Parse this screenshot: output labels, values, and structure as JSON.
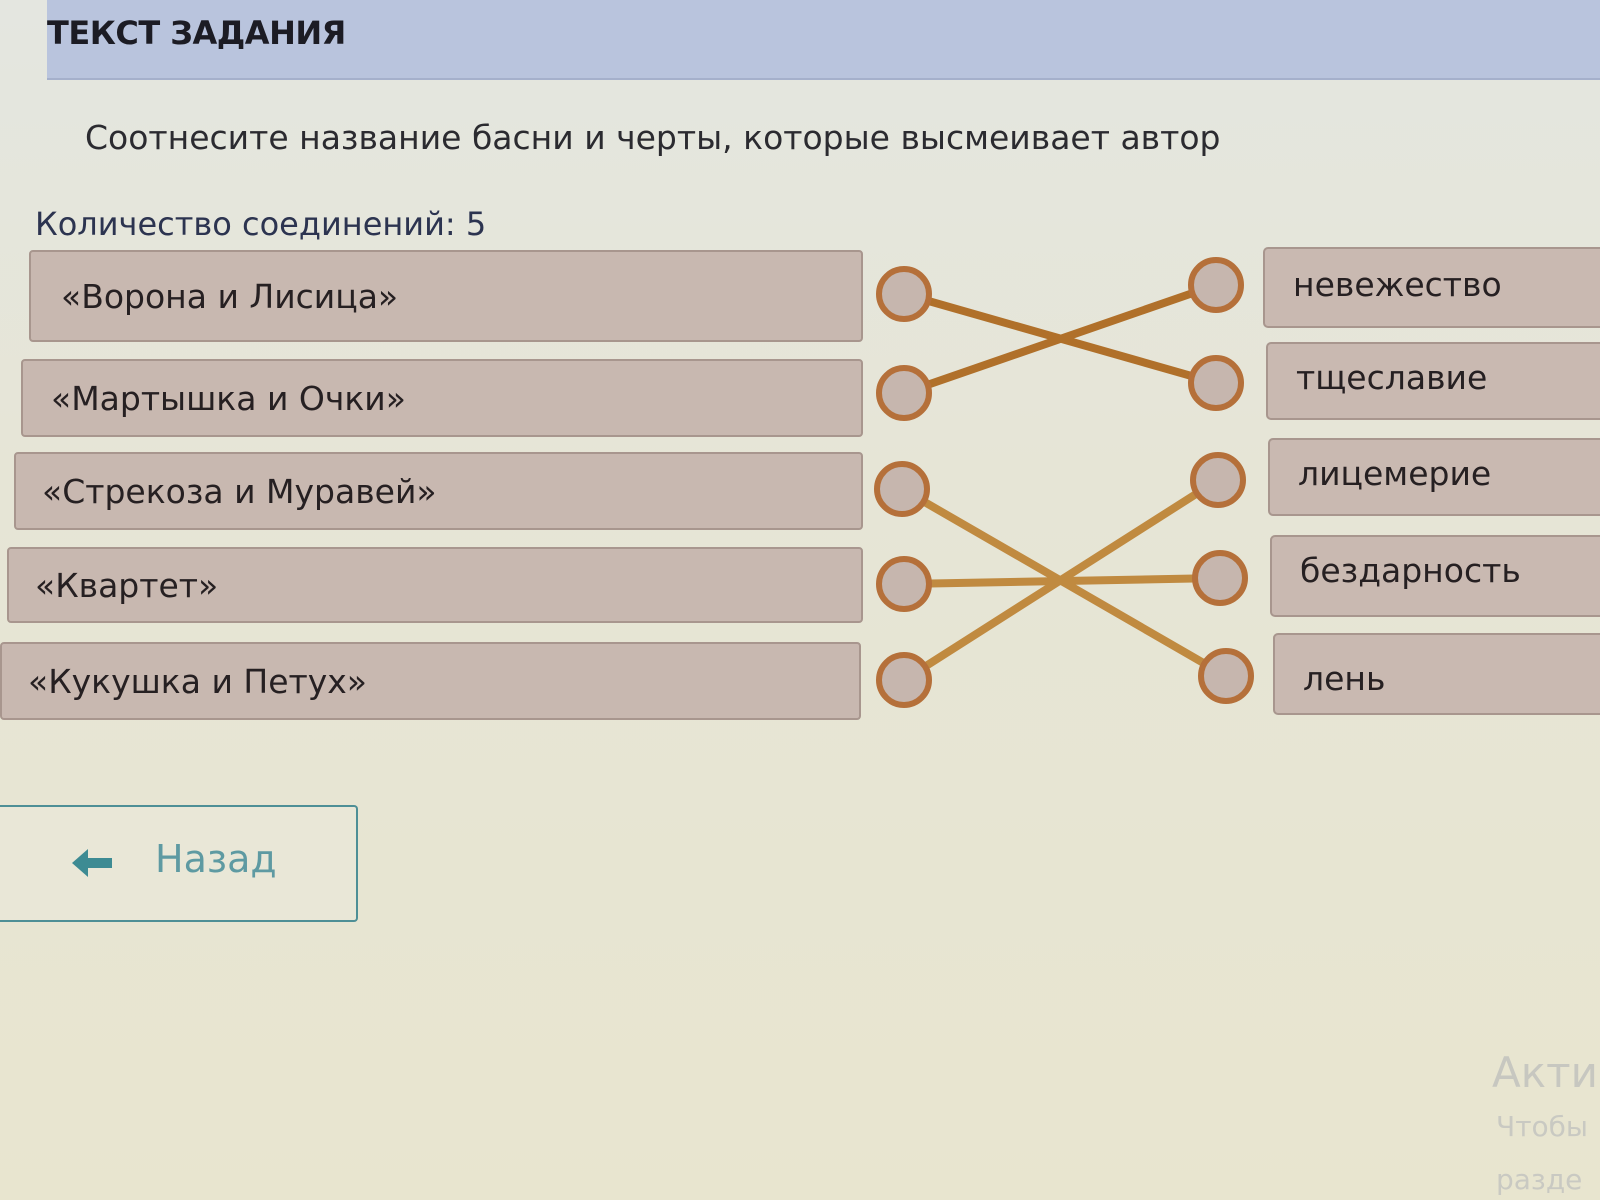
{
  "header": {
    "title": "ТЕКСТ ЗАДАНИЯ"
  },
  "task": {
    "text": "Соотнесите название басни и черты, которые высмеивает автор"
  },
  "counter": {
    "text": "Количество соединений: 5"
  },
  "fables": [
    "«Ворона и Лисица»",
    "«Мартышка и Очки»",
    "«Стрекоза и Муравей»",
    "«Квартет»",
    "«Кукушка и Петух»"
  ],
  "traits": [
    "невежество",
    "тщеславие",
    "лицемерие",
    "бездарность",
    "лень"
  ],
  "connections": [
    {
      "fable": "«Ворона и Лисица»",
      "trait": "тщеславие"
    },
    {
      "fable": "«Мартышка и Очки»",
      "trait": "невежество"
    },
    {
      "fable": "«Стрекоза и Муравей»",
      "trait": "лень"
    },
    {
      "fable": "«Квартет»",
      "trait": "бездарность"
    },
    {
      "fable": "«Кукушка и Петух»",
      "trait": "лицемерие"
    }
  ],
  "connection_colors": [
    "#b0702a",
    "#b0702a",
    "#c08a40",
    "#c08a40",
    "#c08a40"
  ],
  "back_button": {
    "label": "Назад",
    "icon": "arrow-left-icon"
  },
  "activation_watermark": {
    "title": "Акти",
    "line1": "Чтобы",
    "line2": "разде"
  }
}
